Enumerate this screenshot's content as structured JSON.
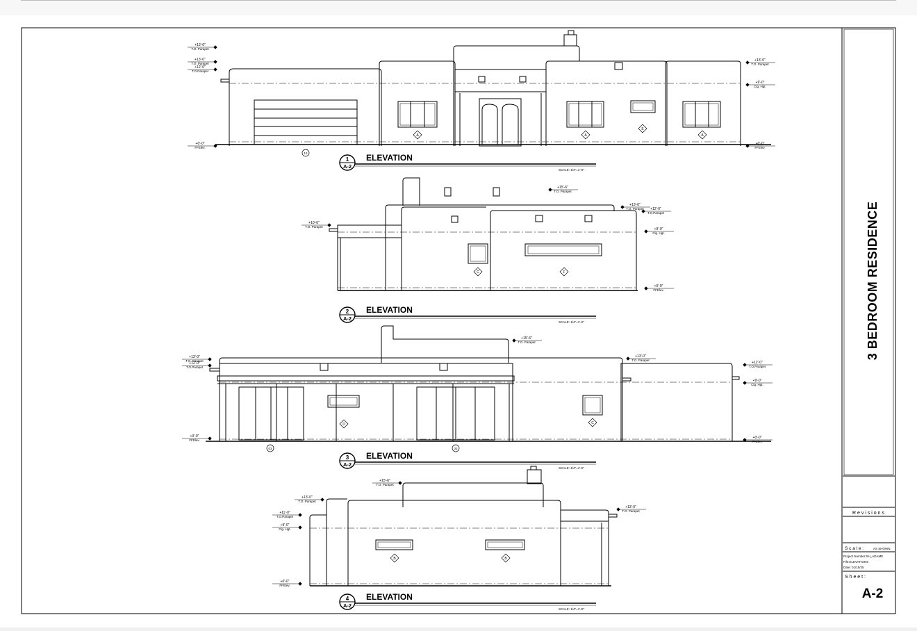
{
  "sheet": {
    "title": "3 BEDROOM RESIDENCE",
    "revisions_label": "R e v i s i o n s",
    "scale_label": "S c a l e :",
    "scale_value": "AS SHOWN",
    "project_number": "Project Number:SH_ADAME",
    "file": "File:ELEVATIONS",
    "date": "Date: 01/15/25",
    "sheet_label": "S h e e t :",
    "sheet_number": "A-2"
  },
  "elevations": [
    {
      "num": "1",
      "ref": "A-2",
      "title": "ELEVATION",
      "scale": "SCALE: 1/4\"=1'-0\"",
      "levels_left": [
        {
          "v": "+13'-6\"",
          "l": "T.O. Parapet"
        },
        {
          "v": "+13'-0\"",
          "l": "T.O. Parapet"
        },
        {
          "v": "+12'-0\"",
          "l": "T.O.Parapet"
        },
        {
          "v": "+0'-0\"",
          "l": "FFElev."
        }
      ],
      "levels_right": [
        {
          "v": "+13'-0\"",
          "l": "T.O. Parapet"
        },
        {
          "v": "+9'-0\"",
          "l": "Clg. Hgt."
        },
        {
          "v": "+0'-0\"",
          "l": "FFElev."
        }
      ],
      "tags": [
        "A",
        "A",
        "E",
        "A"
      ],
      "callout": "12"
    },
    {
      "num": "2",
      "ref": "A-2",
      "title": "ELEVATION",
      "scale": "SCALE: 1/4\"=1'-0\"",
      "levels_left": [
        {
          "v": "+10'-0\"",
          "l": "T.O. Parapet"
        }
      ],
      "levels_right": [
        {
          "v": "+15'-6\"",
          "l": "T.O. Parapet"
        },
        {
          "v": "+13'-0\"",
          "l": "T.O. Parapet"
        },
        {
          "v": "+12'-0\"",
          "l": "T.O.Parapet"
        },
        {
          "v": "+9'-0\"",
          "l": "Clg. Hgt."
        },
        {
          "v": "+0'-0\"",
          "l": "FFElev."
        }
      ],
      "tags": [
        "C",
        "F"
      ]
    },
    {
      "num": "3",
      "ref": "A-2",
      "title": "ELEVATION",
      "scale": "SCALE: 1/4\"=1'-0\"",
      "levels_left": [
        {
          "v": "+13'-0\"",
          "l": "T.O. Parapet"
        },
        {
          "v": "+12'-0\"",
          "l": "T.O.Parapet"
        },
        {
          "v": "+0'-0\"",
          "l": "FFElev."
        }
      ],
      "levels_right": [
        {
          "v": "+15'-6\"",
          "l": "T.O. Parapet"
        },
        {
          "v": "+13'-0\"",
          "l": "T.O. Parapet"
        },
        {
          "v": "+12'-0\"",
          "l": "T.O.Parapet"
        },
        {
          "v": "+9'-0\"",
          "l": "Clg. Hgt."
        },
        {
          "v": "+0'-0\"",
          "l": "FFElev."
        }
      ],
      "tags": [
        "D",
        "C"
      ],
      "callouts": [
        "03",
        "02"
      ]
    },
    {
      "num": "4",
      "ref": "A-2",
      "title": "ELEVATION",
      "scale": "SCALE: 1/4\"=1'-0\"",
      "levels_left": [
        {
          "v": "+15'-6\"",
          "l": "T.O. Parapet"
        },
        {
          "v": "+13'-0\"",
          "l": "T.O. Parapet"
        },
        {
          "v": "+11'-0\"",
          "l": "T.O.Parapet"
        },
        {
          "v": "+9'-0\"",
          "l": "Clg. Hgt."
        },
        {
          "v": "+0'-0\"",
          "l": "FFElev."
        }
      ],
      "levels_right": [
        {
          "v": "+13'-0\"",
          "l": "T.O. Parapet"
        }
      ],
      "tags": [
        "B",
        "B"
      ]
    }
  ]
}
